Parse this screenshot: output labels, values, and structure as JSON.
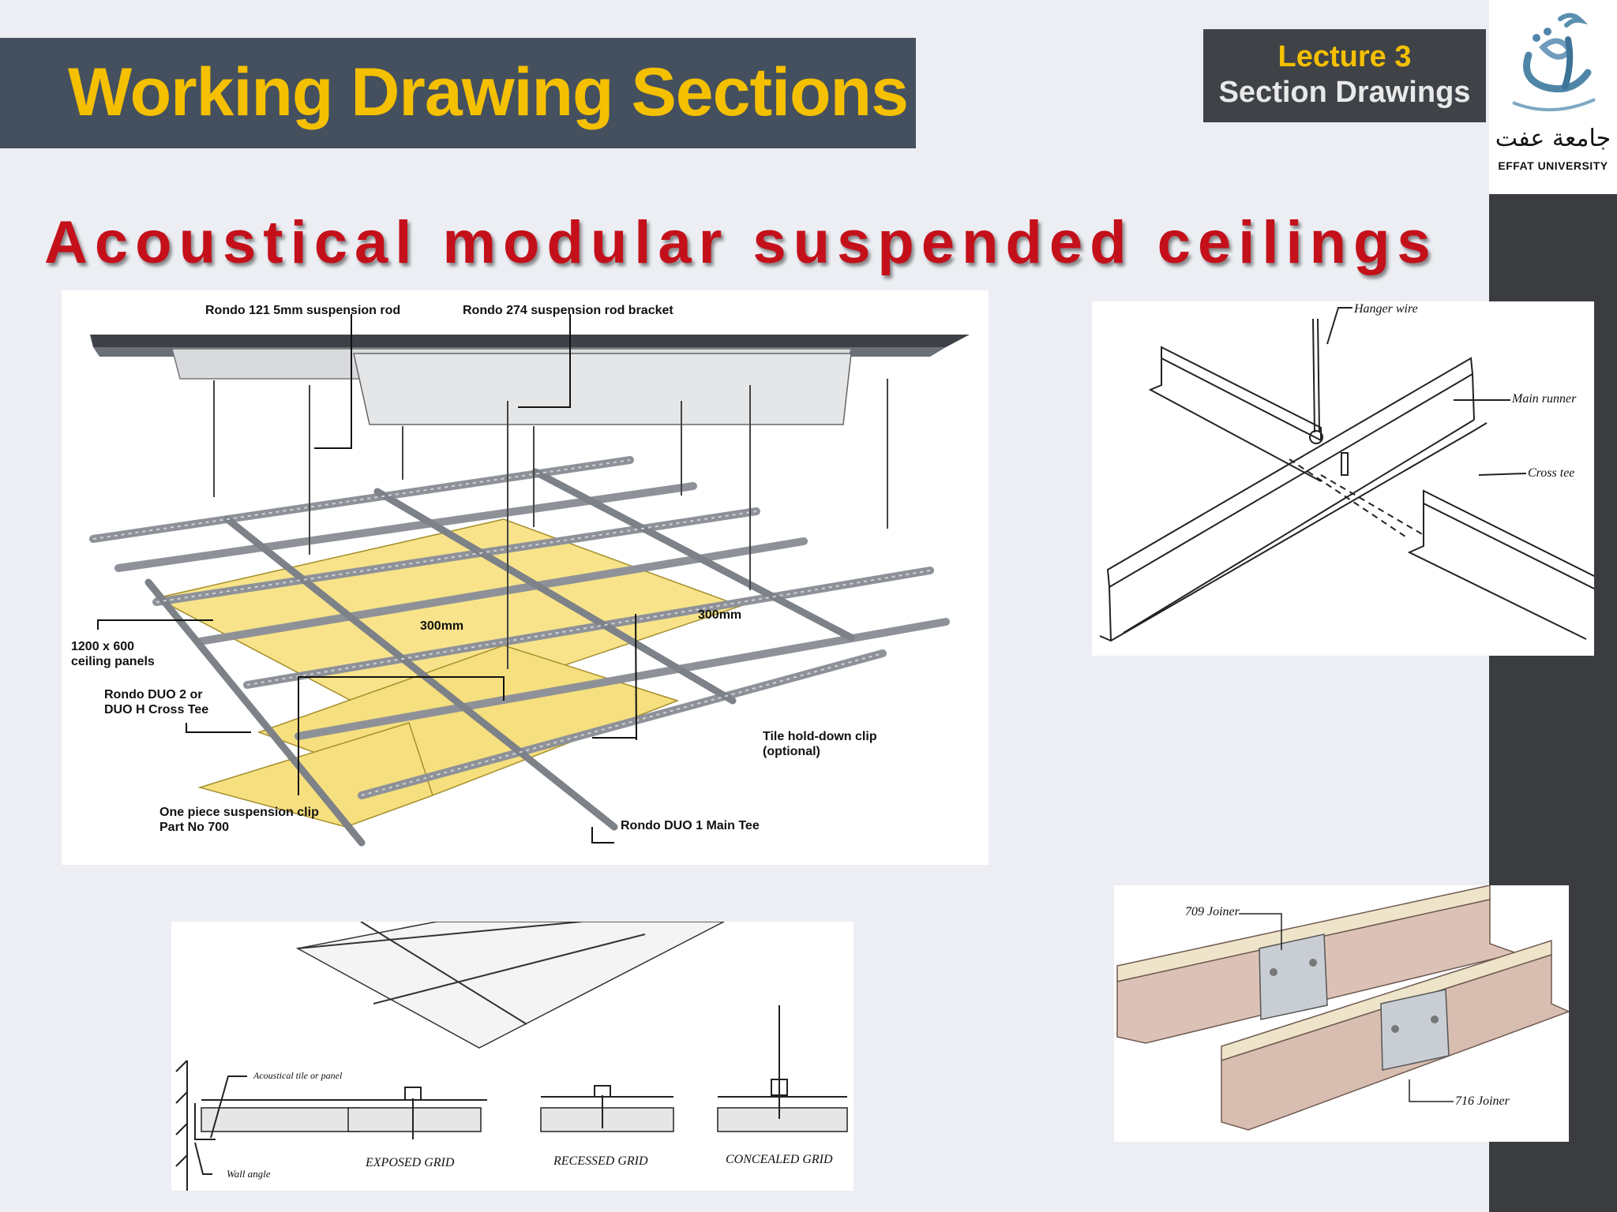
{
  "header": {
    "title": "Working Drawing Sections",
    "lecture_label": "Lecture 3",
    "lecture_topic": "Section Drawings"
  },
  "logo": {
    "arabic_name": "جامعة عفت",
    "english_name": "EFFAT UNIVERSITY"
  },
  "subtitle": "Acoustical modular suspended ceilings",
  "figure_main": {
    "labels": {
      "rod": "Rondo 121 5mm suspension rod",
      "bracket": "Rondo 274 suspension rod bracket",
      "panels_1": "1200 x 600",
      "panels_2": "ceiling panels",
      "cross_tee_1": "Rondo DUO 2 or",
      "cross_tee_2": "DUO H Cross Tee",
      "clip_1": "One piece suspension clip",
      "clip_2": "Part No 700",
      "spacing_a": "300mm",
      "spacing_b": "300mm",
      "holddown_1": "Tile hold-down clip",
      "holddown_2": "(optional)",
      "main_tee": "Rondo DUO 1 Main Tee"
    }
  },
  "figure_grid_joint": {
    "labels": {
      "hanger": "Hanger wire",
      "main_runner": "Main runner",
      "cross_tee": "Cross tee"
    }
  },
  "figure_grid_types": {
    "labels": {
      "tile": "Acoustical tile or panel",
      "wall_angle": "Wall angle",
      "exposed": "EXPOSED GRID",
      "recessed": "RECESSED GRID",
      "concealed": "CONCEALED GRID"
    }
  },
  "figure_joiners": {
    "labels": {
      "joiner_709": "709 Joiner",
      "joiner_716": "716 Joiner"
    }
  },
  "colors": {
    "title_bar": "#44505e",
    "title_text": "#f5c000",
    "subtitle_text": "#c4101a",
    "side_bar": "#3b3c40",
    "panel_yellow": "#f8e38a"
  }
}
